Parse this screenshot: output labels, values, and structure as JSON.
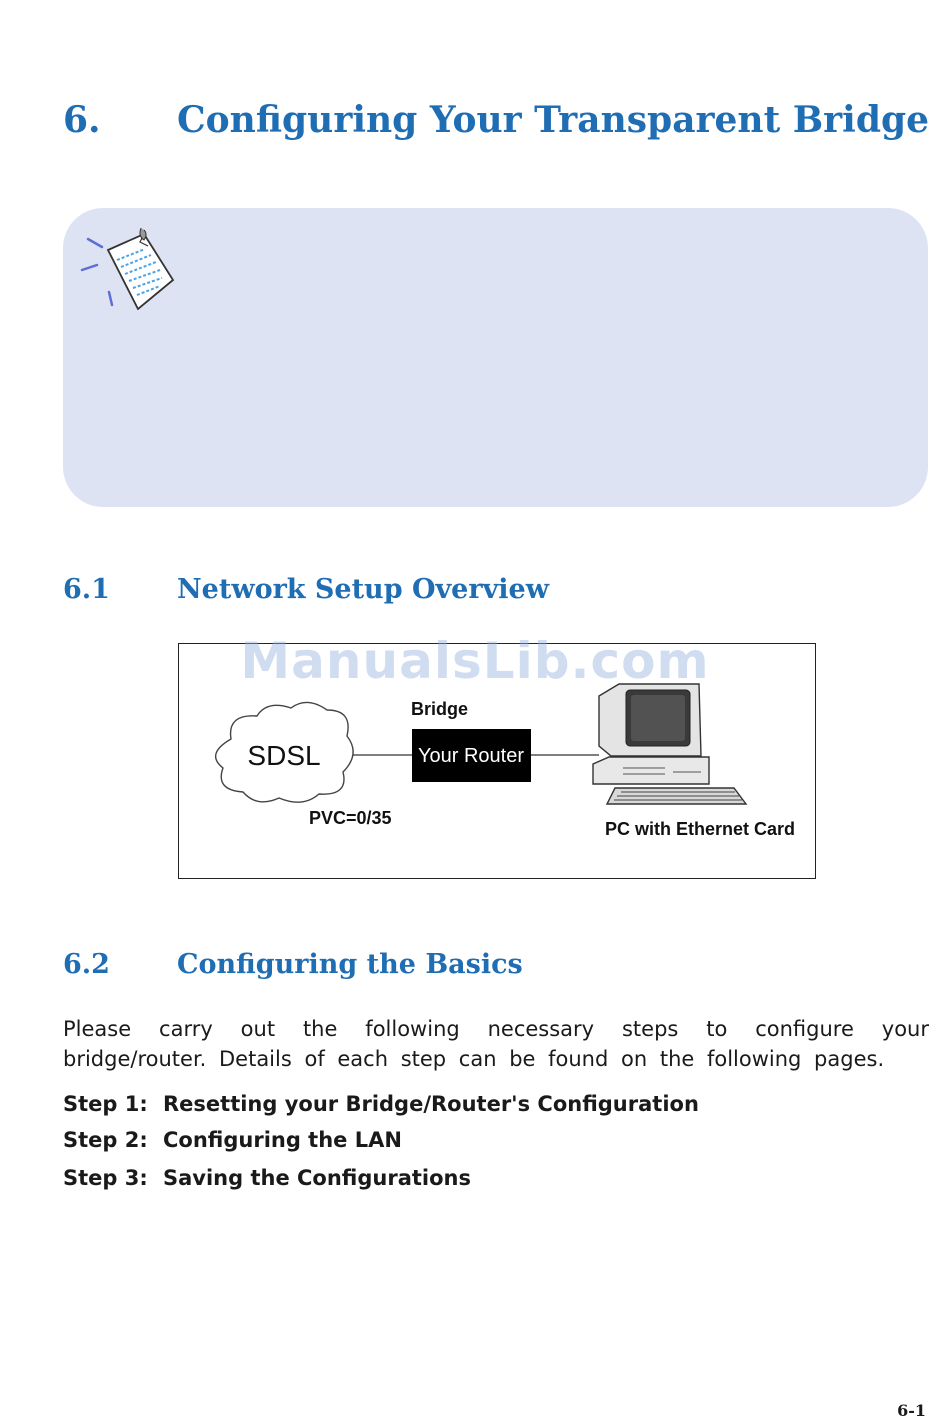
{
  "chapter": {
    "number": "6.",
    "title": "Configuring Your Transparent Bridge"
  },
  "sections": [
    {
      "number": "6.1",
      "title": "Network Setup Overview"
    },
    {
      "number": "6.2",
      "title": "Configuring the Basics"
    }
  ],
  "diagram": {
    "cloud_label": "SDSL",
    "pvc_label": "PVC=0/35",
    "bridge_label": "Bridge",
    "router_label": "Your Router",
    "pc_label": "PC with Ethernet Card"
  },
  "watermark": "ManualsLib.com",
  "intro": "Please carry out the following necessary steps to configure your bridge/router. Details of each step can be found on the following pages.",
  "steps": [
    {
      "label": "Step 1:",
      "text": "Resetting your Bridge/Router's Configuration"
    },
    {
      "label": "Step 2:",
      "text": "Configuring the LAN"
    },
    {
      "label": "Step 3:",
      "text": "Saving the Configurations"
    }
  ],
  "page_number": "6-1",
  "colors": {
    "heading": "#1f6db3",
    "note_bg": "#dde3f3"
  },
  "icons": {
    "note": "note-paper-icon"
  }
}
